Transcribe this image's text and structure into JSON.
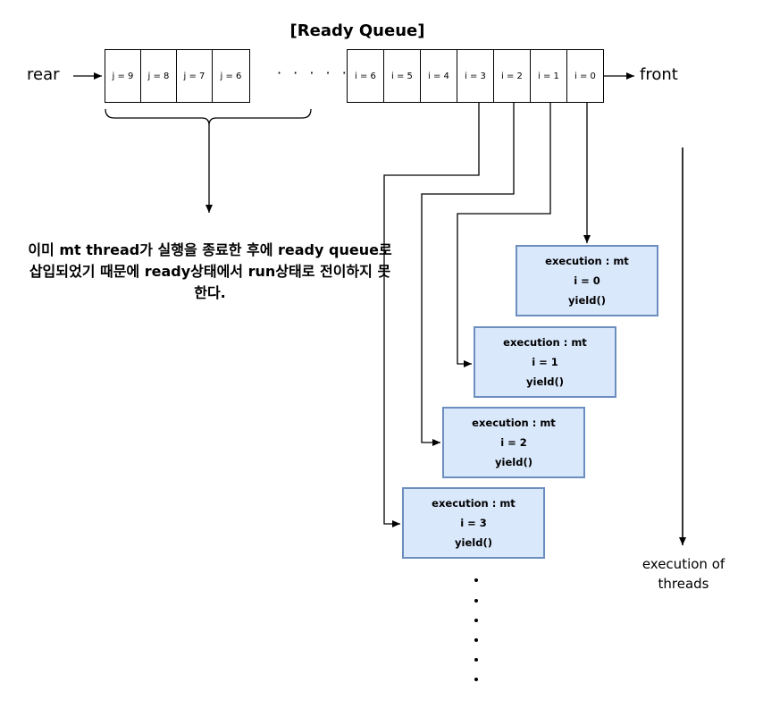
{
  "title": "[Ready Queue]",
  "rear_label": "rear",
  "front_label": "front",
  "left_cells": [
    "j = 9",
    "j = 8",
    "j = 7",
    "j = 6"
  ],
  "ellipsis": "· · · · · ·",
  "right_cells": [
    "i = 6",
    "i = 5",
    "i = 4",
    "i = 3",
    "i = 2",
    "i = 1",
    "i = 0"
  ],
  "note": "이미 mt thread가 실행을 종료한 후에 ready queue로 삽입되었기 때문에 ready상태에서 run상태로 전이하지 못 한다.",
  "exec_boxes": [
    {
      "line1": "execution : mt",
      "line2": "i = 0",
      "line3": "yield()"
    },
    {
      "line1": "execution : mt",
      "line2": "i = 1",
      "line3": "yield()"
    },
    {
      "line1": "execution : mt",
      "line2": "i = 2",
      "line3": "yield()"
    },
    {
      "line1": "execution : mt",
      "line2": "i = 3",
      "line3": "yield()"
    }
  ],
  "exec_of_threads": "execution of threads",
  "colors": {
    "box_fill": "#dae8fc",
    "box_border": "#6c8ebf"
  }
}
